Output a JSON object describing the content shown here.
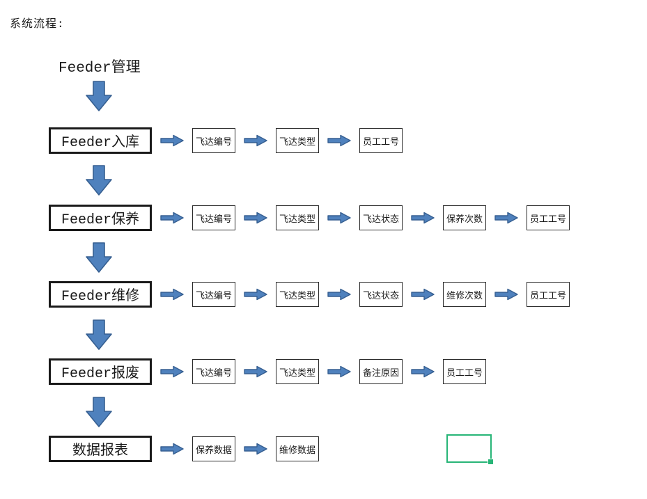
{
  "page": {
    "title": "系统流程:"
  },
  "header": {
    "label": "Feeder管理"
  },
  "colors": {
    "arrow_fill": "#4f81bd",
    "arrow_stroke": "#365f91",
    "main_box_border": "#1a1a1a",
    "item_box_border": "#2b2b2b",
    "selection_green": "#27b577"
  },
  "rows": [
    {
      "main": "Feeder入库",
      "items": [
        "飞达编号",
        "飞达类型",
        "员工工号"
      ]
    },
    {
      "main": "Feeder保养",
      "items": [
        "飞达编号",
        "飞达类型",
        "飞达状态",
        "保养次数",
        "员工工号"
      ]
    },
    {
      "main": "Feeder维修",
      "items": [
        "飞达编号",
        "飞达类型",
        "飞达状态",
        "维修次数",
        "员工工号"
      ]
    },
    {
      "main": "Feeder报废",
      "items": [
        "飞达编号",
        "飞达类型",
        "备注原因",
        "员工工号"
      ]
    },
    {
      "main": "数据报表",
      "items": [
        "保养数据",
        "维修数据"
      ]
    }
  ]
}
